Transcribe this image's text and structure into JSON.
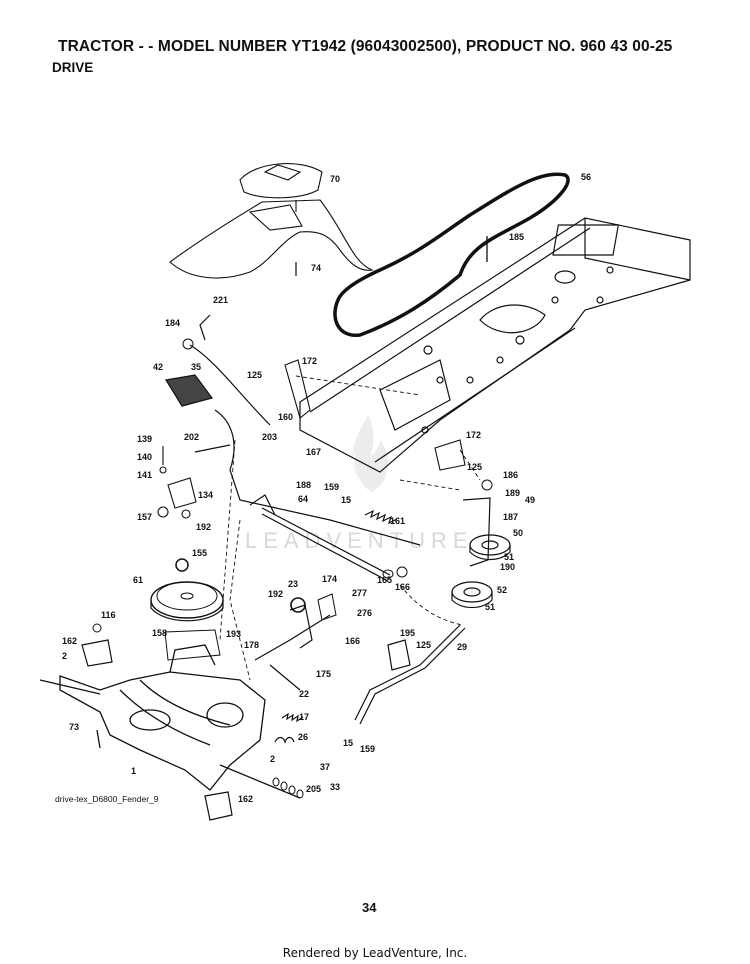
{
  "header": {
    "title": "TRACTOR - - MODEL NUMBER YT1942 (96043002500), PRODUCT NO. 960 43 00-25",
    "subtitle": "DRIVE"
  },
  "diagram": {
    "credit": "drive-tex_D6800_Fender_9",
    "watermark": "LEADVENTURE",
    "callouts": [
      {
        "id": "c70",
        "text": "70"
      },
      {
        "id": "c56",
        "text": "56"
      },
      {
        "id": "c185",
        "text": "185"
      },
      {
        "id": "c74",
        "text": "74"
      },
      {
        "id": "c221",
        "text": "221"
      },
      {
        "id": "c184",
        "text": "184"
      },
      {
        "id": "c172a",
        "text": "172"
      },
      {
        "id": "c35",
        "text": "35"
      },
      {
        "id": "c125a",
        "text": "125"
      },
      {
        "id": "c42",
        "text": "42"
      },
      {
        "id": "c160",
        "text": "160"
      },
      {
        "id": "c203",
        "text": "203"
      },
      {
        "id": "c167",
        "text": "167"
      },
      {
        "id": "c172b",
        "text": "172"
      },
      {
        "id": "c125b",
        "text": "125"
      },
      {
        "id": "c186",
        "text": "186"
      },
      {
        "id": "c139",
        "text": "139"
      },
      {
        "id": "c202",
        "text": "202"
      },
      {
        "id": "c140",
        "text": "140"
      },
      {
        "id": "c141",
        "text": "141"
      },
      {
        "id": "c134",
        "text": "134"
      },
      {
        "id": "c188",
        "text": "188"
      },
      {
        "id": "c64",
        "text": "64"
      },
      {
        "id": "c159a",
        "text": "159"
      },
      {
        "id": "c15a",
        "text": "15"
      },
      {
        "id": "c189",
        "text": "189"
      },
      {
        "id": "c49",
        "text": "49"
      },
      {
        "id": "c187",
        "text": "187"
      },
      {
        "id": "c157",
        "text": "157"
      },
      {
        "id": "c192a",
        "text": "192"
      },
      {
        "id": "c161",
        "text": "161"
      },
      {
        "id": "c50",
        "text": "50"
      },
      {
        "id": "c155",
        "text": "155"
      },
      {
        "id": "c51a",
        "text": "51"
      },
      {
        "id": "c190",
        "text": "190"
      },
      {
        "id": "c61",
        "text": "61"
      },
      {
        "id": "c165",
        "text": "165"
      },
      {
        "id": "c166a",
        "text": "166"
      },
      {
        "id": "c23",
        "text": "23"
      },
      {
        "id": "c174",
        "text": "174"
      },
      {
        "id": "c52",
        "text": "52"
      },
      {
        "id": "c51b",
        "text": "51"
      },
      {
        "id": "c192b",
        "text": "192"
      },
      {
        "id": "c277",
        "text": "277"
      },
      {
        "id": "c116",
        "text": "116"
      },
      {
        "id": "c276",
        "text": "276"
      },
      {
        "id": "c158",
        "text": "158"
      },
      {
        "id": "c193",
        "text": "193"
      },
      {
        "id": "c162a",
        "text": "162"
      },
      {
        "id": "c166b",
        "text": "166"
      },
      {
        "id": "c195",
        "text": "195"
      },
      {
        "id": "c178",
        "text": "178"
      },
      {
        "id": "c125c",
        "text": "125"
      },
      {
        "id": "c29",
        "text": "29"
      },
      {
        "id": "c2a",
        "text": "2"
      },
      {
        "id": "c175",
        "text": "175"
      },
      {
        "id": "c22",
        "text": "22"
      },
      {
        "id": "c17",
        "text": "17"
      },
      {
        "id": "c73",
        "text": "73"
      },
      {
        "id": "c26",
        "text": "26"
      },
      {
        "id": "c15b",
        "text": "15"
      },
      {
        "id": "c159b",
        "text": "159"
      },
      {
        "id": "c2b",
        "text": "2"
      },
      {
        "id": "c1",
        "text": "1"
      },
      {
        "id": "c37",
        "text": "37"
      },
      {
        "id": "c205",
        "text": "205"
      },
      {
        "id": "c33",
        "text": "33"
      },
      {
        "id": "c162b",
        "text": "162"
      }
    ]
  },
  "page_number": "34",
  "footer": "Rendered by LeadVenture, Inc."
}
